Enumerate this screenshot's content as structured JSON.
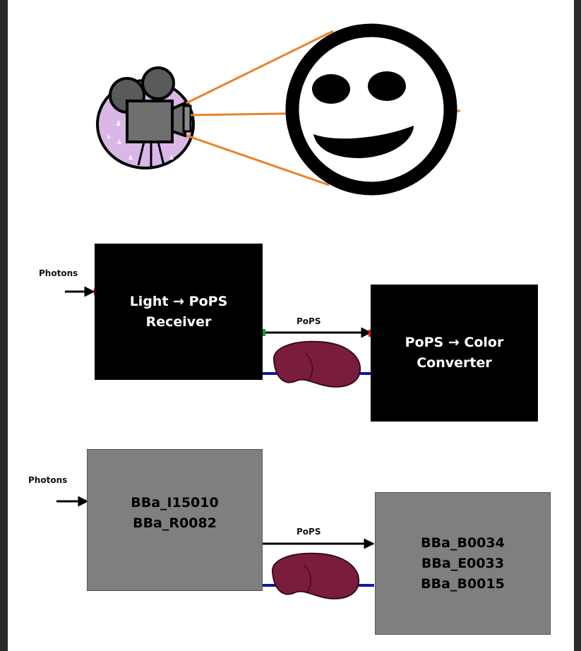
{
  "colors": {
    "frame": "#2b2b2b",
    "canvas": "#ffffff",
    "projector_beam": "#e8822a",
    "reel_bg": "#d9b8e8",
    "blob": "#7a1d3c",
    "wire": "#0a1aa0",
    "port_in": "#e01b1b",
    "port_out": "#1a9a2a",
    "box_dark": "#000000",
    "box_gray": "#7f7f7f"
  },
  "icons": {
    "projector": "movie-projector-icon",
    "face": "smiley-face-icon",
    "protein": "protein-blob-icon"
  },
  "functional_diagram": {
    "input_label": "Photons",
    "receiver_lines": [
      "Light → PoPS",
      "Receiver"
    ],
    "signal_label": "PoPS",
    "converter_lines": [
      "PoPS → Color",
      "Converter"
    ]
  },
  "parts_diagram": {
    "input_label": "Photons",
    "receiver_parts": [
      "BBa_I15010",
      "BBa_R0082"
    ],
    "signal_label": "PoPS",
    "converter_parts": [
      "BBa_B0034",
      "BBa_E0033",
      "BBa_B0015"
    ]
  }
}
